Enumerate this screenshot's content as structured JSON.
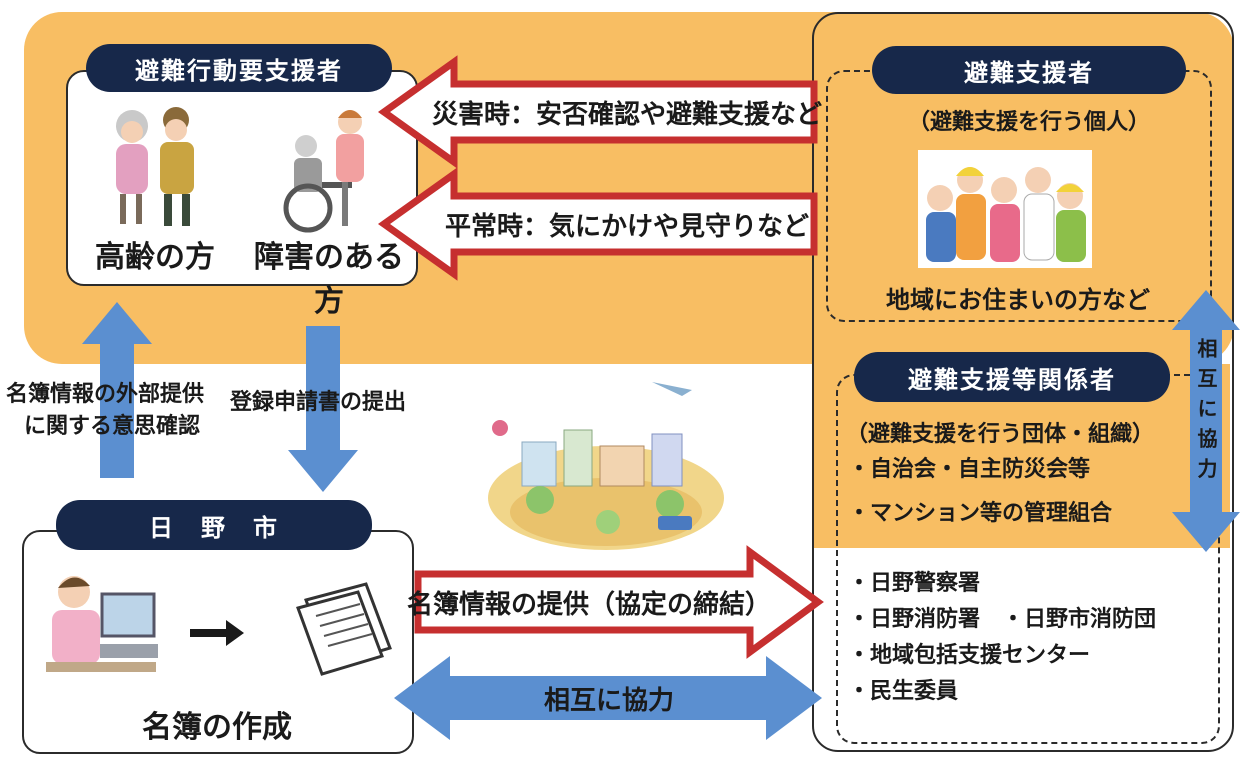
{
  "left_top_box": {
    "title": "避難行動要支援者",
    "label_elderly": "高齢の方",
    "label_disabled": "障害のある方"
  },
  "arrows": {
    "disaster": "災害時：安否確認や避難支援など",
    "normal": "平常時：気にかけや見守りなど",
    "provide_info": "名簿情報の提供（協定の締結）",
    "mutual_bottom": "相互に協力",
    "mutual_right": "相互に協力"
  },
  "vertical_arrows": {
    "up_label_line1": "名簿情報の外部提供",
    "up_label_line2": "に関する意思確認",
    "down_label": "登録申請書の提出"
  },
  "city_box": {
    "title": "日　野　市",
    "label": "名簿の作成"
  },
  "supporters": {
    "title": "避難支援者",
    "subtitle": "（避難支援を行う個人）",
    "label": "地域にお住まいの方など"
  },
  "related": {
    "title": "避難支援等関係者",
    "subtitle": "（避難支援を行う団体・組織）",
    "items_orange": [
      "・自治会・自主防災会等",
      "・マンション等の管理組合"
    ],
    "items_white": [
      "・日野警察署",
      "・日野消防署　・日野市消防団",
      "・地域包括支援センター",
      "・民生委員"
    ]
  },
  "colors": {
    "orange": "#f8be63",
    "navy": "#17284a",
    "arrow_red": "#c62f2f",
    "arrow_blue": "#5b8fd0"
  }
}
